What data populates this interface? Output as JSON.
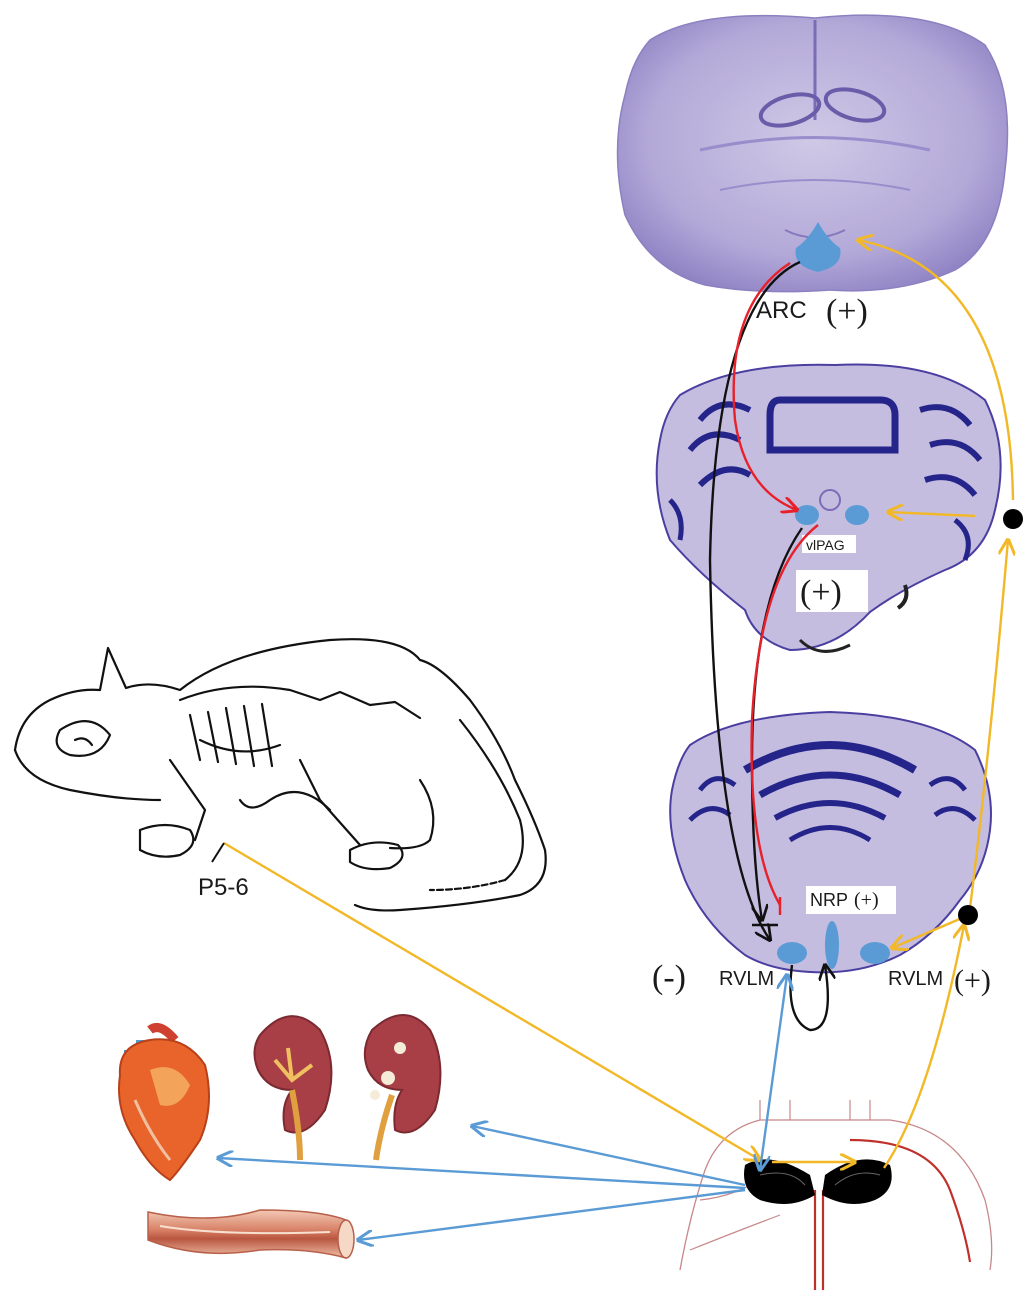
{
  "labels": {
    "arc": "ARC",
    "arc_sign": "(+)",
    "vlpag": "vlPAG",
    "vlpag_sign": "(+)",
    "nrp": "NRP",
    "nrp_sign": "(+)",
    "rvlm_left": "RVLM",
    "rvlm_left_sign": "(-)",
    "rvlm_right": "RVLM",
    "rvlm_right_sign": "(+)",
    "acupoint": "P5-6"
  },
  "colors": {
    "black_pathway": "#111111",
    "red_pathway": "#e8202a",
    "yellow_pathway": "#f2b827",
    "blue_pathway": "#5b9bd5",
    "nucleus_fill": "#5b9bd5",
    "brain_tissue": "#b8b0d8",
    "brain_dark": "#2a2a8a",
    "spinal_cord": "#000000",
    "heart": "#e8642a",
    "kidney": "#9a3a40",
    "vessel": "#d88a70"
  },
  "organs": [
    "heart-icon",
    "kidney-icon",
    "kidney-diseased-icon",
    "blood-vessel-icon"
  ]
}
